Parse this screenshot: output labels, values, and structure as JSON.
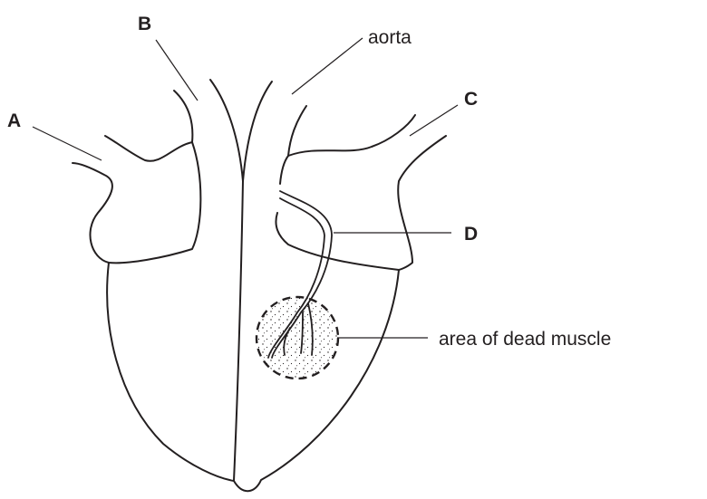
{
  "diagram": {
    "labels": {
      "a": "A",
      "b": "B",
      "c": "C",
      "d": "D",
      "aorta": "aorta",
      "dead_muscle": "area of dead muscle"
    },
    "colors": {
      "ink": "#231f20",
      "background": "#ffffff"
    }
  }
}
